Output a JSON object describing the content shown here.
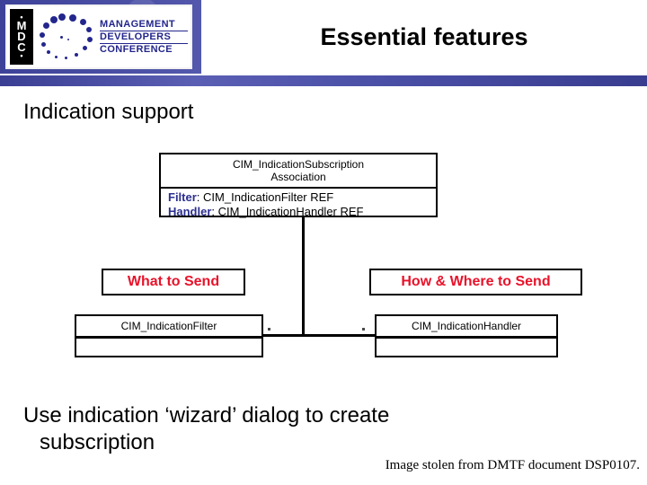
{
  "slide": {
    "title": "Essential features",
    "bullets": [
      {
        "text": "Indication support"
      },
      {
        "text": "Use indication ‘wizard’ dialog to create",
        "continuation": "subscription"
      }
    ],
    "footer_credit": "Image stolen from DMTF document DSP0107."
  },
  "logo": {
    "mark_top_dot": "•",
    "mark_letters": [
      "M",
      "D",
      "C"
    ],
    "mark_bottom_dot": "•",
    "words": [
      "MANAGEMENT",
      "DEVELOPERS",
      "CONFERENCE"
    ],
    "brand_color": "#23268c"
  },
  "theme": {
    "band_blue": "#484da4",
    "stripe_blue": "#4a4fa6",
    "callout_red": "#e8122a",
    "attribute_blue": "#2b2f8f",
    "text_black": "#000000",
    "page_white": "#ffffff"
  },
  "diagram": {
    "association": {
      "header_line1": "CIM_IndicationSubscription",
      "header_line2": "Association",
      "attributes": [
        {
          "key": "Filter",
          "separator": ": ",
          "value": "CIM_IndicationFilter REF"
        },
        {
          "key": "Handler",
          "separator": ": ",
          "value": "CIM_IndicationHandler REF"
        }
      ]
    },
    "callouts": [
      {
        "label": "What to Send"
      },
      {
        "label": "How & Where to Send"
      }
    ],
    "classes": [
      {
        "name": "CIM_IndicationFilter",
        "body": ""
      },
      {
        "name": "CIM_IndicationHandler",
        "body": ""
      }
    ]
  }
}
